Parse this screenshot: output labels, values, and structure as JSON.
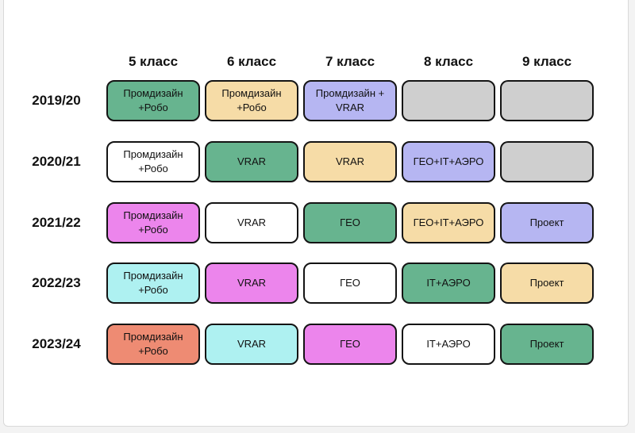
{
  "columns": [
    "5 класс",
    "6 класс",
    "7 класс",
    "8 класс",
    "9 класс"
  ],
  "rows": [
    {
      "year": "2019/20",
      "cells": [
        {
          "label": "Промдизайн\n+Робо",
          "color": "#67b48f"
        },
        {
          "label": "Промдизайн\n+Робо",
          "color": "#f6dca7"
        },
        {
          "label": "Промдизайн +\nVRAR",
          "color": "#b6b6f2"
        },
        {
          "label": "",
          "color": "#cfcfcf"
        },
        {
          "label": "",
          "color": "#cfcfcf"
        }
      ]
    },
    {
      "year": "2020/21",
      "cells": [
        {
          "label": "Промдизайн\n+Робо",
          "color": "#ffffff"
        },
        {
          "label": "VRAR",
          "color": "#67b48f"
        },
        {
          "label": "VRAR",
          "color": "#f6dca7"
        },
        {
          "label": "ГЕО+IT+АЭРО",
          "color": "#b6b6f2"
        },
        {
          "label": "",
          "color": "#cfcfcf"
        }
      ]
    },
    {
      "year": "2021/22",
      "cells": [
        {
          "label": "Промдизайн\n+Робо",
          "color": "#ec85ec"
        },
        {
          "label": "VRAR",
          "color": "#ffffff"
        },
        {
          "label": "ГЕО",
          "color": "#67b48f"
        },
        {
          "label": "ГЕО+IT+АЭРО",
          "color": "#f6dca7"
        },
        {
          "label": "Проект",
          "color": "#b6b6f2"
        }
      ]
    },
    {
      "year": "2022/23",
      "cells": [
        {
          "label": "Промдизайн\n+Робо",
          "color": "#aef1f1"
        },
        {
          "label": "VRAR",
          "color": "#ec85ec"
        },
        {
          "label": "ГЕО",
          "color": "#ffffff"
        },
        {
          "label": "IT+АЭРО",
          "color": "#67b48f"
        },
        {
          "label": "Проект",
          "color": "#f6dca7"
        }
      ]
    },
    {
      "year": "2023/24",
      "cells": [
        {
          "label": "Промдизайн\n+Робо",
          "color": "#ee8b73"
        },
        {
          "label": "VRAR",
          "color": "#aef1f1"
        },
        {
          "label": "ГЕО",
          "color": "#ec85ec"
        },
        {
          "label": "IT+АЭРО",
          "color": "#ffffff"
        },
        {
          "label": "Проект",
          "color": "#67b48f"
        }
      ]
    }
  ]
}
